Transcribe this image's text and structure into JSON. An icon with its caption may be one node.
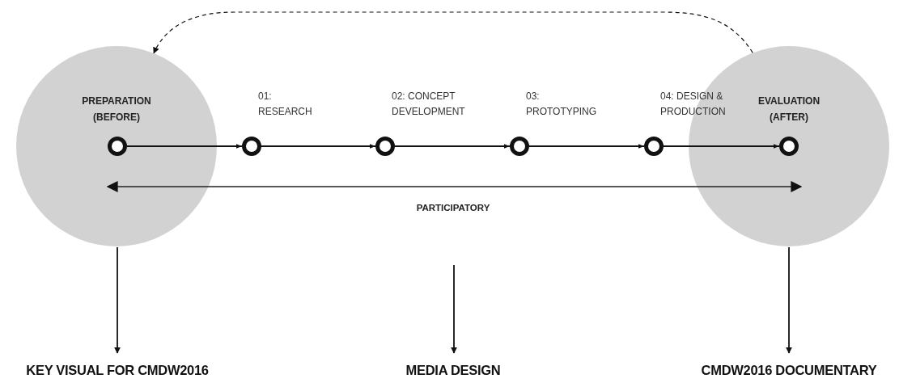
{
  "diagram": {
    "nodes": [
      {
        "text": [
          "PREPARATION (BEFORE)"
        ]
      },
      {
        "text": [],
        "shape": "circle",
        "in": 0
      },
      {
        "text": [],
        "shape": "circle",
        "beside": [
          "01: RESEARCH"
        ]
      },
      {
        "text": [],
        "shape": "circle",
        "beside": [
          "02: CONCEPT DEVELOPMENT"
        ]
      },
      {
        "text": [],
        "shape": "circle",
        "beside": [
          "03: PROTOTYPING"
        ]
      },
      {
        "text": [],
        "shape": "circle",
        "beside": [
          "04: DESIGN & PRODUCTION"
        ]
      },
      {
        "text": [
          "EVALUATION (AFTER)"
        ]
      },
      {
        "text": [],
        "shape": "circle",
        "in": 6
      },
      {
        "text": [
          "KEY VISUAL FOR CMDW2016"
        ]
      },
      {
        "text": [
          "MEDIA DESIGN"
        ]
      },
      {
        "text": [
          "CMDW2016 DOCUMENTARY"
        ]
      }
    ],
    "edges": [
      {
        "from": 1,
        "to": 2,
        "arrow": "to"
      },
      {
        "from": 2,
        "to": 3,
        "arrow": "to"
      },
      {
        "from": 3,
        "to": 4,
        "arrow": "to"
      },
      {
        "from": 4,
        "to": 5,
        "arrow": "to"
      },
      {
        "from": 5,
        "to": 7,
        "arrow": "to"
      },
      {
        "from": 6,
        "to": 0,
        "arrow": "to",
        "style": "dashed"
      },
      {
        "from": 0,
        "to": 8,
        "arrow": "to"
      },
      {
        "from": null,
        "to": 9,
        "arrow": "to"
      },
      {
        "from": 6,
        "to": 10,
        "arrow": "to"
      }
    ],
    "labels": [
      "PARTICIPATORY"
    ]
  }
}
